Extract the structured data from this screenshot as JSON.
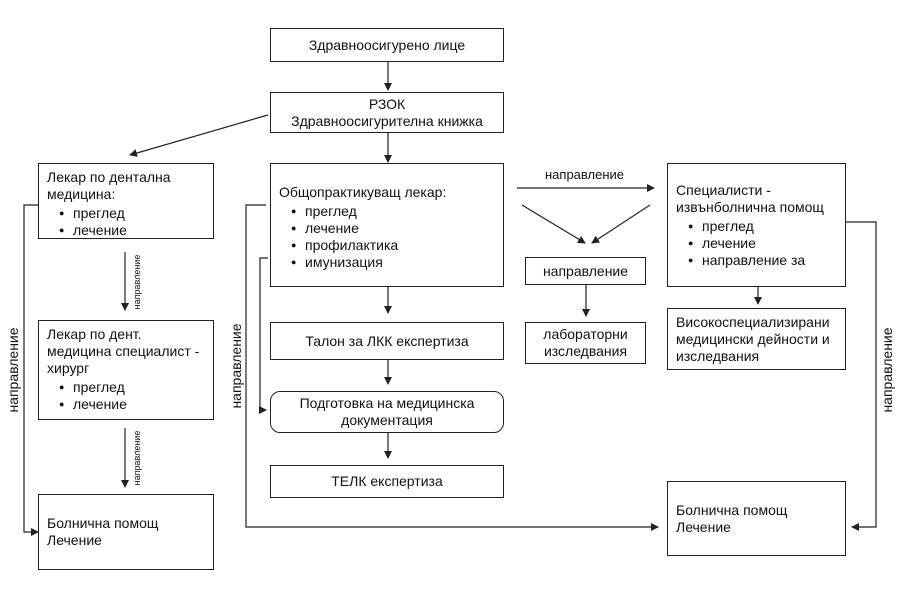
{
  "insured": "Здравноосигурено лице",
  "rzok": {
    "line1": "РЗОК",
    "line2": "Здравноосигурителна книжка"
  },
  "dental": {
    "title": "Лекар по дентална медицина:",
    "items": [
      "преглед",
      "лечение"
    ]
  },
  "surgeon": {
    "title": "Лекар по дент. медицина специалист - хирург",
    "items": [
      "преглед",
      "лечение"
    ]
  },
  "hospital_left": {
    "line1": "Болнична помощ",
    "line2": "Лечение"
  },
  "gp": {
    "title": "Общопрактикуващ лекар:",
    "items": [
      "преглед",
      "лечение",
      "профилактика",
      "имунизация"
    ]
  },
  "lkk": "Талон за ЛКК експертиза",
  "documentation": "Подготовка на медицинска документация",
  "telk": "ТЕЛК експертиза",
  "referral_box": "направление",
  "lab": "лабораторни изследвания",
  "specialists": {
    "title": "Специалисти - извънболнична помощ",
    "items": [
      "преглед",
      "лечение",
      "направление за"
    ]
  },
  "high_spec": "Високоспециализирани медицински дейности и изследвания",
  "hospital_right": {
    "line1": "Болнична помощ",
    "line2": "Лечение"
  },
  "labels": {
    "referral_top": "направление",
    "referral_left": "направление",
    "referral_gp": "направление",
    "referral_right": "направление",
    "referral_small_1": "направление",
    "referral_small_2": "направление"
  },
  "colors": {
    "line": "#222222",
    "background": "#ffffff"
  }
}
